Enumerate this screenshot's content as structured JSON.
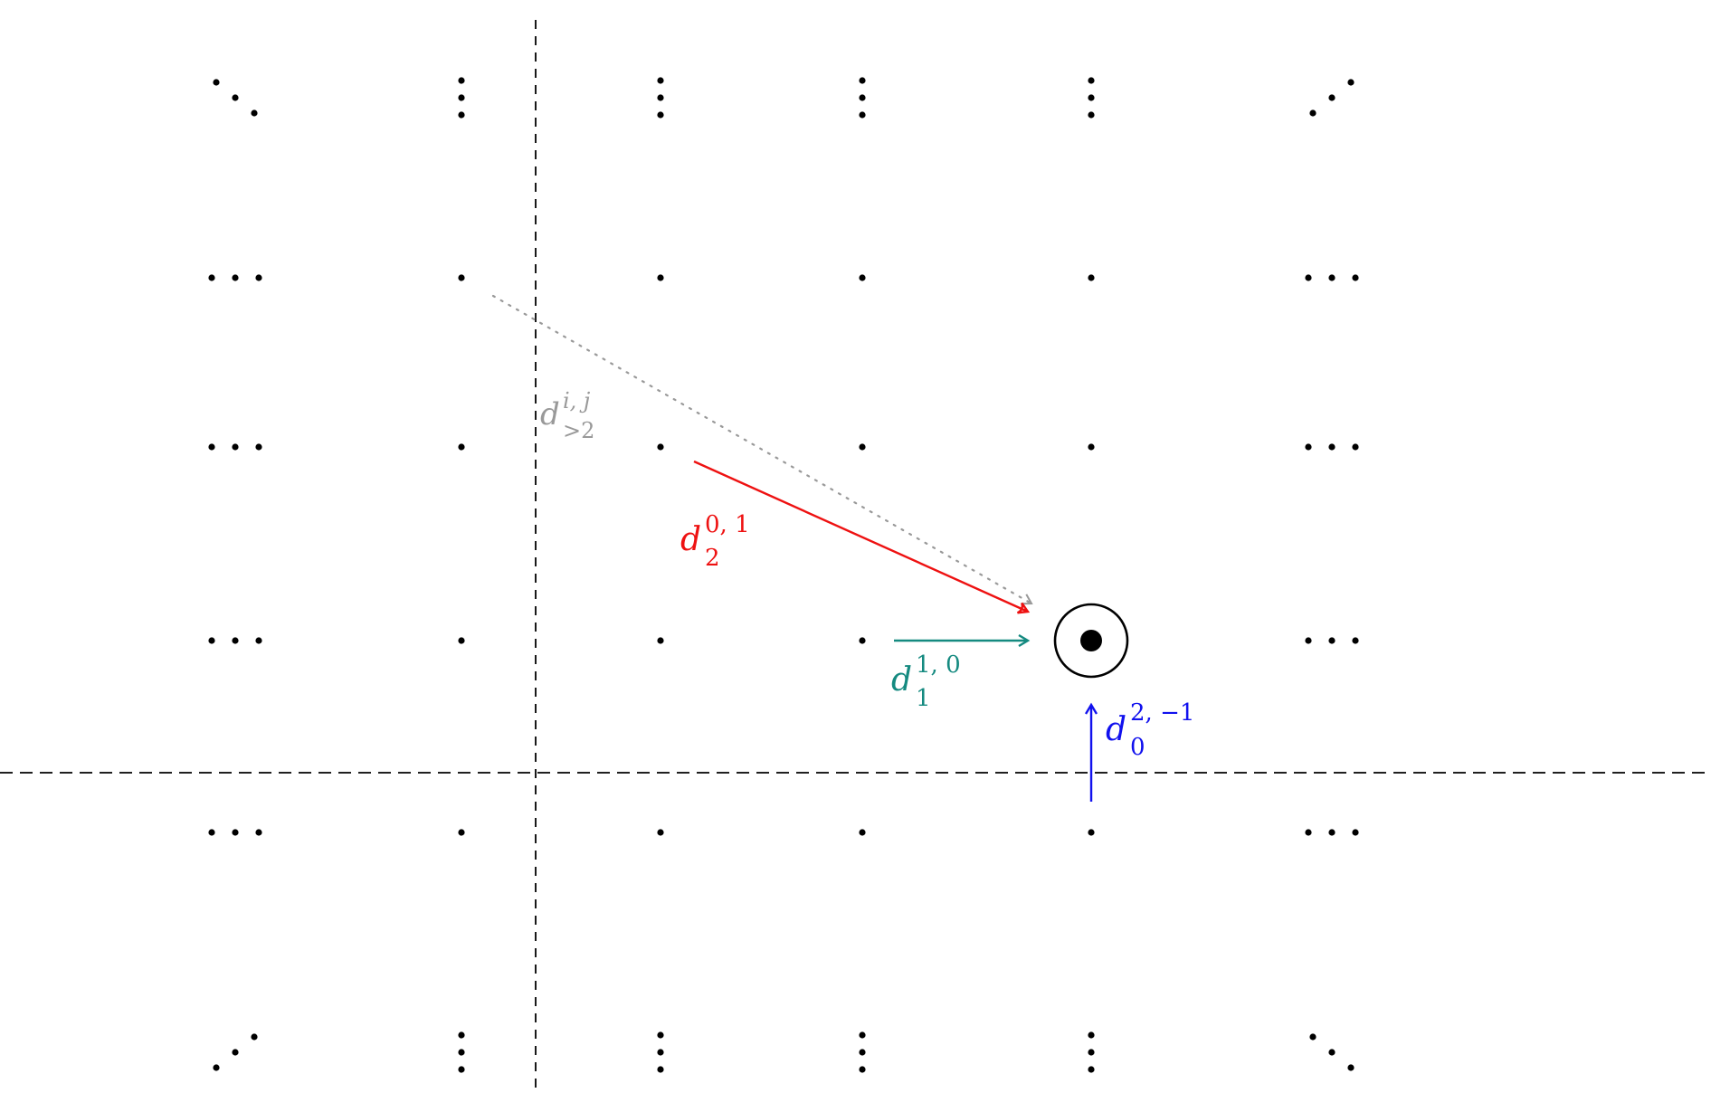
{
  "diagram": {
    "labels": {
      "gray": {
        "base": "d",
        "sup": "i, j",
        "sub": ">2",
        "color": "#999999"
      },
      "red": {
        "base": "d",
        "sup": "0, 1",
        "sub": "2",
        "color": "#ee1111"
      },
      "teal": {
        "base": "d",
        "sup": "1, 0",
        "sub": "1",
        "color": "#158a80"
      },
      "blue": {
        "base": "d",
        "sup": "2, −1",
        "sub": "0",
        "color": "#1111ee"
      }
    },
    "grid": {
      "columns": 6,
      "rows": 6,
      "corner_glyphs": [
        "diagonal-down",
        "diagonal-up",
        "diagonal-up",
        "diagonal-down"
      ]
    },
    "target": {
      "symbol": "circled-dot"
    },
    "axes_style": "dashed"
  }
}
